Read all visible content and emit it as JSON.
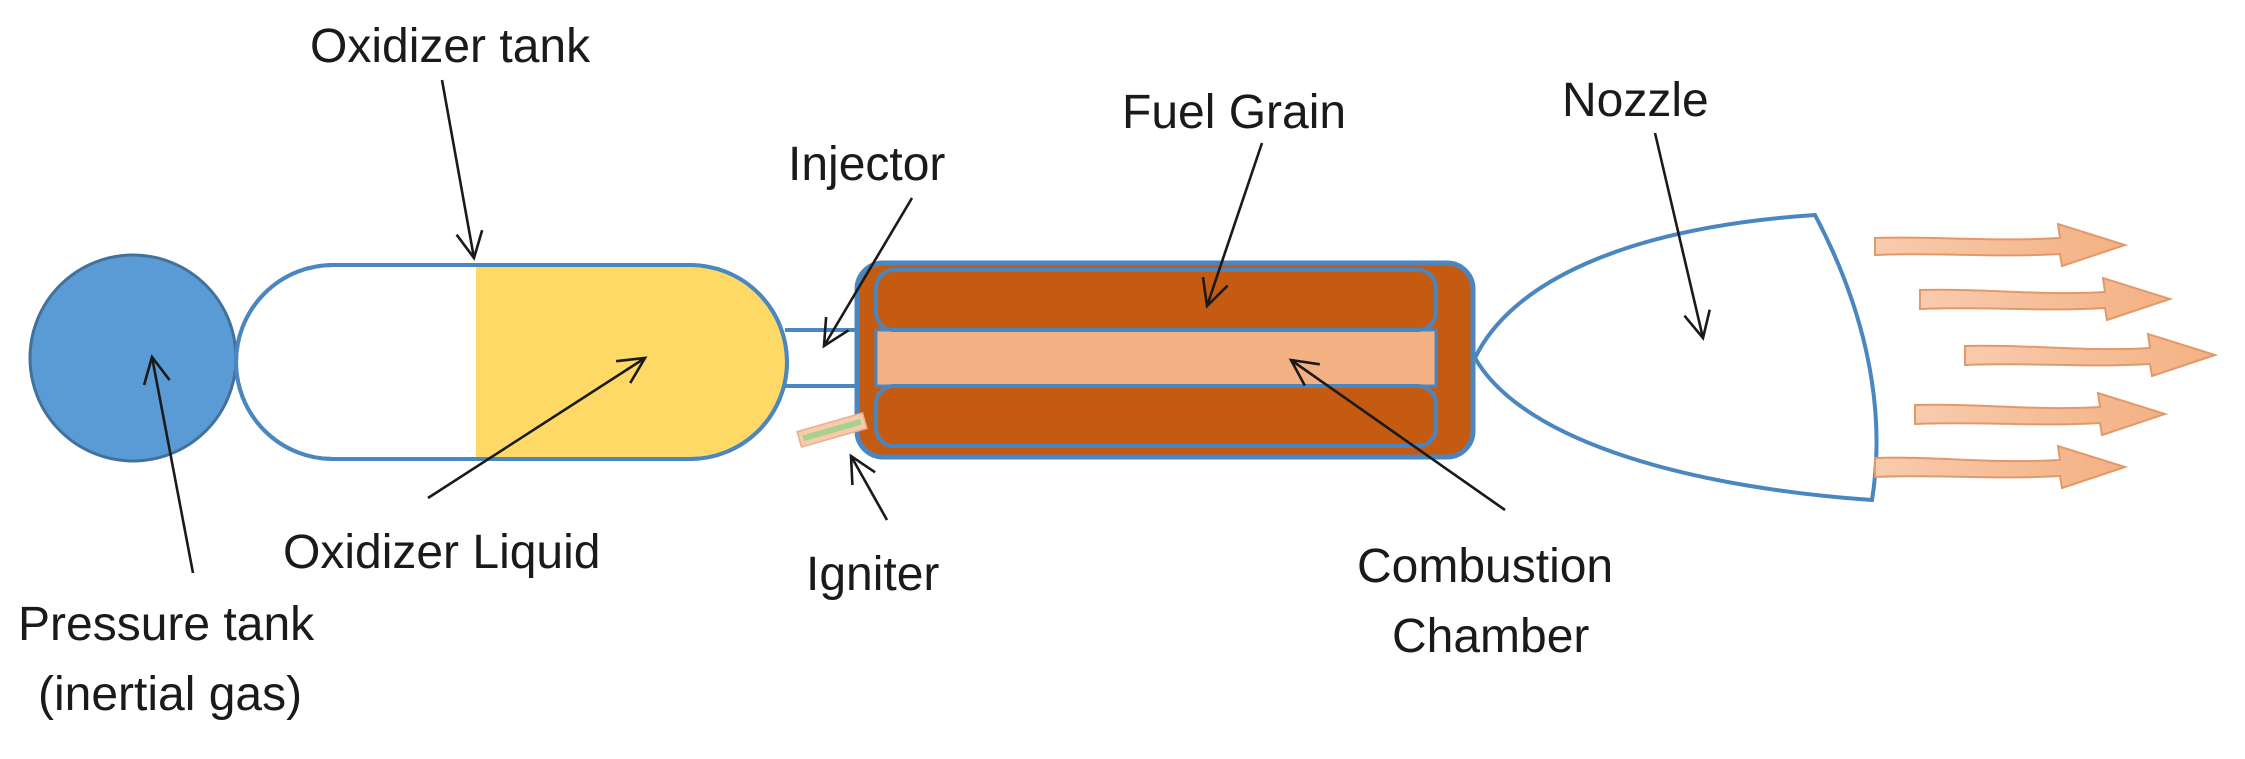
{
  "labels": {
    "oxidizer_tank": "Oxidizer tank",
    "fuel_grain": "Fuel Grain",
    "nozzle": "Nozzle",
    "injector": "Injector",
    "oxidizer_liquid": "Oxidizer Liquid",
    "igniter": "Igniter",
    "combustion_chamber_line1": "Combustion",
    "combustion_chamber_line2": "Chamber",
    "pressure_tank_line1": "Pressure tank",
    "pressure_tank_line2": "(inertial gas)"
  },
  "colors": {
    "pressure_tank_fill": "#5b9bd5",
    "outline_blue": "#4a86c0",
    "oxidizer_liquid_fill": "#ffd966",
    "fuel_grain_fill": "#c55a11",
    "combustion_port_fill": "#f4b183",
    "igniter_fill": "#f8cbad",
    "igniter_wire": "#a9d18e",
    "exhaust_fill": "#f8cbad",
    "exhaust_stroke": "#e2996a",
    "text": "#1a1a1a"
  }
}
